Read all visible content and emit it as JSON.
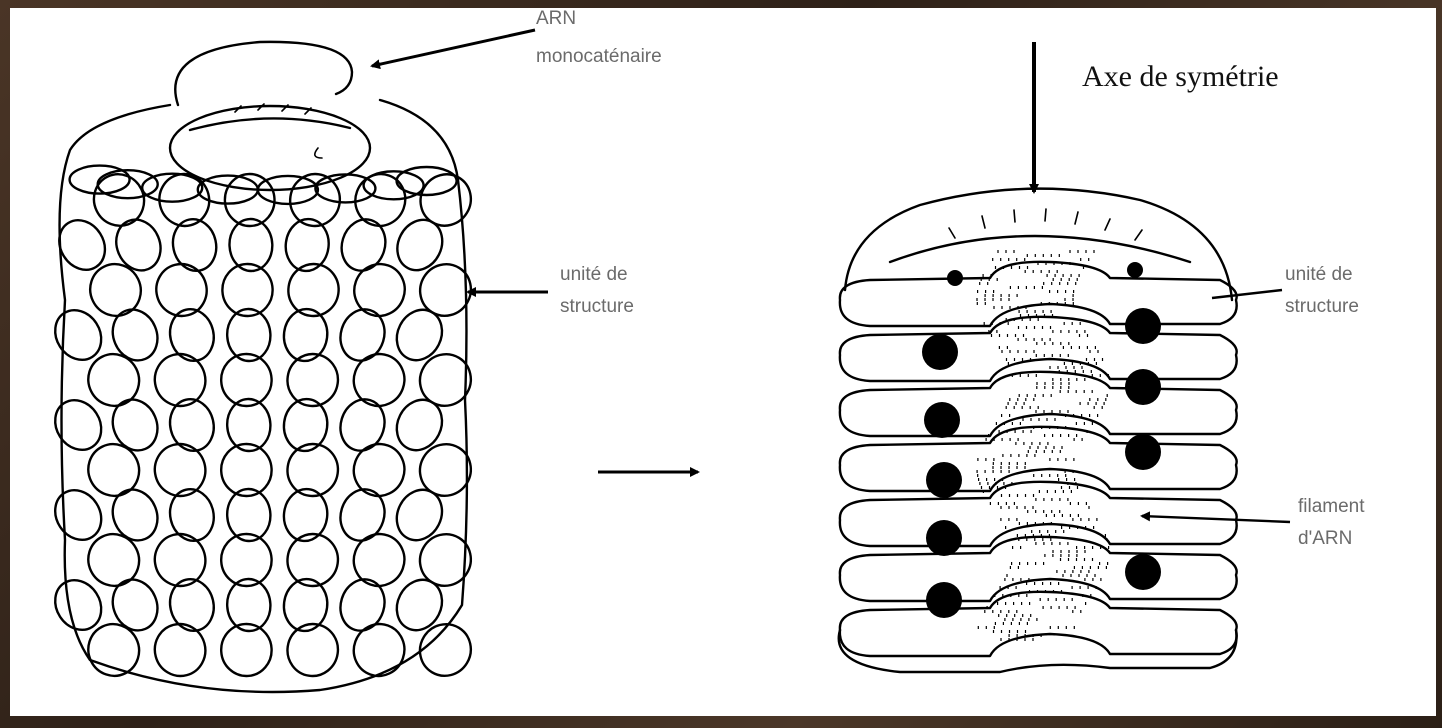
{
  "labels": {
    "arn_mono_line1": "ARN",
    "arn_mono_line2": "monocaténaire",
    "unite_left_line1": "unité de",
    "unite_left_line2": "structure",
    "axe": "Axe de symétrie",
    "unite_right_line1": "unité de",
    "unite_right_line2": "structure",
    "filament_line1": "filament",
    "filament_line2": "d'ARN"
  },
  "colors": {
    "frame": "#3a2a1f",
    "background": "#ffffff",
    "ink": "#000000",
    "label_text": "#6b6b6b"
  }
}
